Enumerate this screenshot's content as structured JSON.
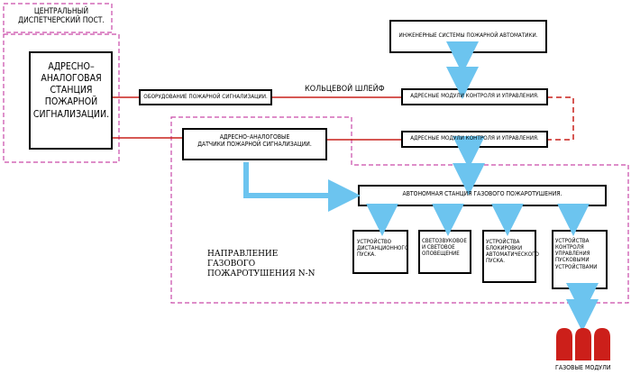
{
  "colors": {
    "region_border": "#c94aa9",
    "box_border": "#000000",
    "loop_line": "#c8201c",
    "arrow": "#6cc4ef",
    "cylinder": "#cc1f1a"
  },
  "dispatch_post": {
    "label_line1": "ЦЕНТРАЛЬНЫЙ",
    "label_line2": "ДИСПЕТЧЕРСКИЙ ПОСТ."
  },
  "main_station": {
    "line1": "АДРЕСНО–",
    "line2": "АНАЛОГОВАЯ",
    "line3": "СТАНЦИЯ",
    "line4": "ПОЖАРНОЙ",
    "line5": "СИГНАЛИЗАЦИИ."
  },
  "boxes": {
    "fire_alarm_equipment": "ОБОРУДОВАНИЕ ПОЖАРНОЙ СИГНАЛИЗАЦИИ.",
    "engineering_systems": "ИНЖЕНЕРНЫЕ СИСТЕМЫ ПОЖАРНОЙ АВТОМАТИКИ.",
    "address_modules_1": "АДРЕСНЫЕ МОДУЛИ КОНТРОЛЯ И УПРАВЛЕНИЯ.",
    "address_modules_2": "АДРЕСНЫЕ МОДУЛИ КОНТРОЛЯ И УПРАВЛЕНИЯ.",
    "detectors_line1": "АДРЕСНО–АНАЛОГОВЫЕ",
    "detectors_line2": "ДАТЧИКИ ПОЖАРНОЙ СИГНАЛИЗАЦИИ.",
    "gas_station": "АВТОНОМНАЯ СТАНЦИЯ ГАЗОВОГО ПОЖАРОТУШЕНИЯ.",
    "remote_start": [
      "УСТРОЙСТВО",
      "ДИСТАНЦИОННОГО",
      "ПУСКА."
    ],
    "light_sound": [
      "СВЕТОЗВУКОВОЕ",
      "И СВЕТОВОЕ",
      "ОПОВЕЩЕНИЕ"
    ],
    "auto_block": [
      "УСТРОЙСТВА",
      "БЛОКИРОВКИ",
      "АВТОМАТИЧЕСКОГО",
      "ПУСКА."
    ],
    "start_control": [
      "УСТРОЙСТВА",
      "КОНТРОЛЯ",
      "УПРАВЛЕНИЯ",
      "ПУСКОВЫМИ",
      "УСТРОЙСТВАМИ"
    ]
  },
  "loop_label": "КОЛЬЦЕВОЙ ШЛЕЙФ",
  "direction_label": {
    "line1": "НАПРАВЛЕНИЕ",
    "line2": "ГАЗОВОГО",
    "line3": "ПОЖАРОТУШЕНИЯ N-N"
  },
  "gas_modules_label": "ГАЗОВЫЕ МОДУЛИ"
}
